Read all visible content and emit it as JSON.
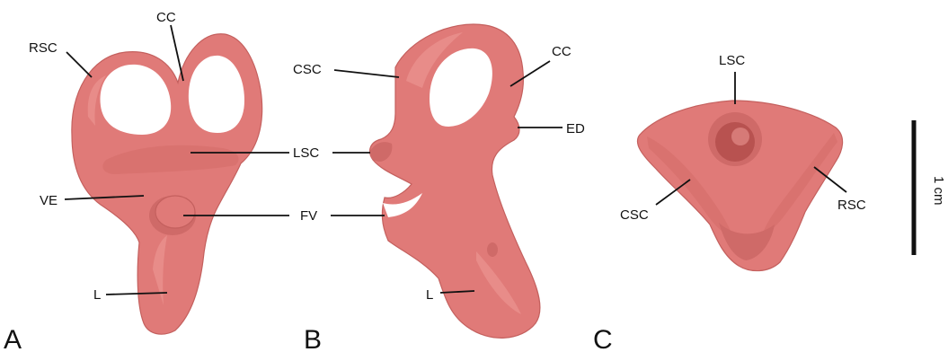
{
  "colors": {
    "bone": "#e07a78",
    "bone_shadow": "#c4605e",
    "background": "#ffffff",
    "ink": "#111111"
  },
  "panels": {
    "A": {
      "letter": "A",
      "labels": {
        "rsc": "RSC",
        "cc": "CC",
        "lsc": "LSC",
        "ve": "VE",
        "fv": "FV",
        "l": "L"
      }
    },
    "B": {
      "letter": "B",
      "labels": {
        "csc": "CSC",
        "cc": "CC",
        "ed": "ED",
        "l": "L"
      }
    },
    "C": {
      "letter": "C",
      "labels": {
        "lsc": "LSC",
        "csc": "CSC",
        "rsc": "RSC"
      }
    }
  },
  "scale_bar": {
    "label": "1 cm"
  }
}
